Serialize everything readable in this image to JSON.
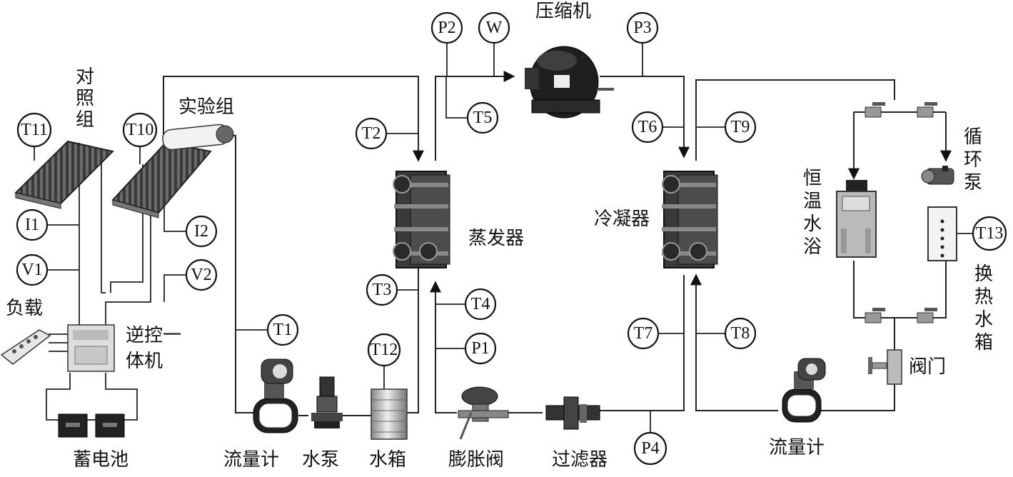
{
  "labels": {
    "compressor": "压缩机",
    "control_group": "对照组",
    "experiment_group": "实验组",
    "evaporator": "蒸发器",
    "condenser": "冷凝器",
    "circulation_pump": "循环泵",
    "thermostatic_bath": "恒温水浴",
    "heat_exchange_tank": "换热水箱",
    "load": "负载",
    "inverter_controller": "逆控一体机",
    "battery": "蓄电池",
    "flowmeter_left": "流量计",
    "water_pump": "水泵",
    "water_tank": "水箱",
    "expansion_valve": "膨胀阀",
    "filter": "过滤器",
    "flowmeter_right": "流量计",
    "valve": "阀门"
  },
  "sensors": {
    "P2": "P2",
    "W": "W",
    "P3": "P3",
    "T11": "T11",
    "T10": "T10",
    "T5": "T5",
    "T2": "T2",
    "T6": "T6",
    "T9": "T9",
    "I1": "I1",
    "I2": "I2",
    "V1": "V1",
    "V2": "V2",
    "T3": "T3",
    "T4": "T4",
    "T1": "T1",
    "P1": "P1",
    "T12": "T12",
    "T7": "T7",
    "T8": "T8",
    "P4": "P4",
    "T13": "T13"
  }
}
